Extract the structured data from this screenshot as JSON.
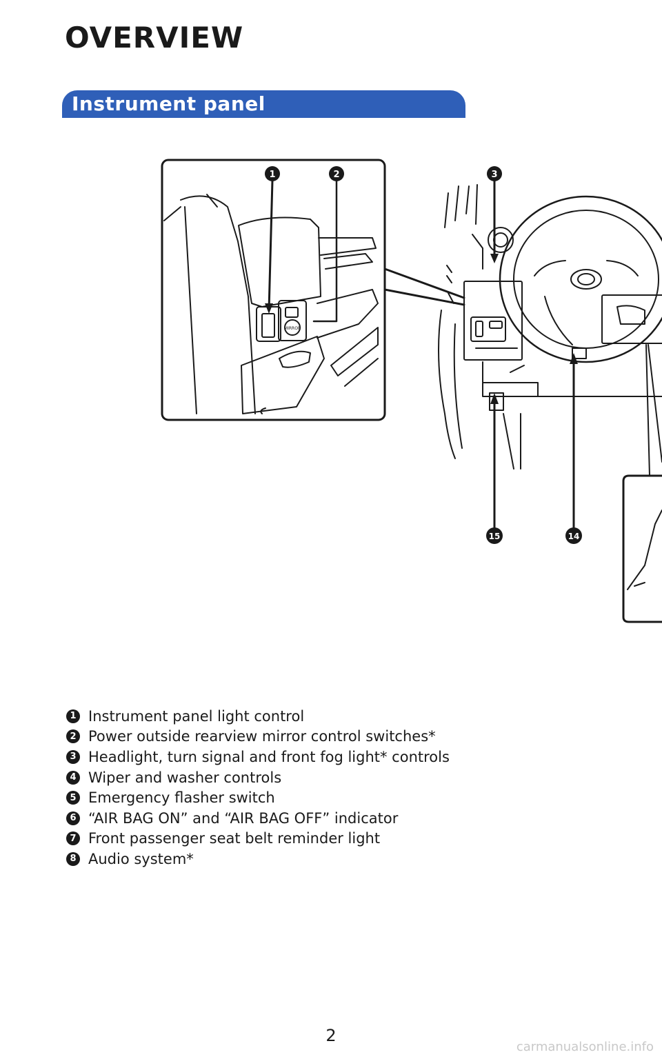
{
  "header": {
    "title": "OVERVIEW"
  },
  "section": {
    "title": "Instrument panel"
  },
  "callouts": [
    "1",
    "2",
    "3",
    "15",
    "14"
  ],
  "illustration": {
    "mirror_switch_label": "MIRROR"
  },
  "legend": [
    {
      "number": "1",
      "text": "Instrument panel light control"
    },
    {
      "number": "2",
      "text": "Power outside rearview mirror control switches*"
    },
    {
      "number": "3",
      "text": "Headlight, turn signal and front fog light* controls"
    },
    {
      "number": "4",
      "text": "Wiper and washer controls"
    },
    {
      "number": "5",
      "text": "Emergency flasher switch"
    },
    {
      "number": "6",
      "text": "“AIR BAG ON” and “AIR BAG OFF” indicator"
    },
    {
      "number": "7",
      "text": "Front passenger seat belt reminder light"
    },
    {
      "number": "8",
      "text": "Audio system*"
    }
  ],
  "footer": {
    "page_number": "2",
    "watermark": "carmanualsonline.info"
  },
  "colors": {
    "banner": "#2f5fb8",
    "ink": "#1a1a1a",
    "watermark": "#c8c8c8"
  }
}
